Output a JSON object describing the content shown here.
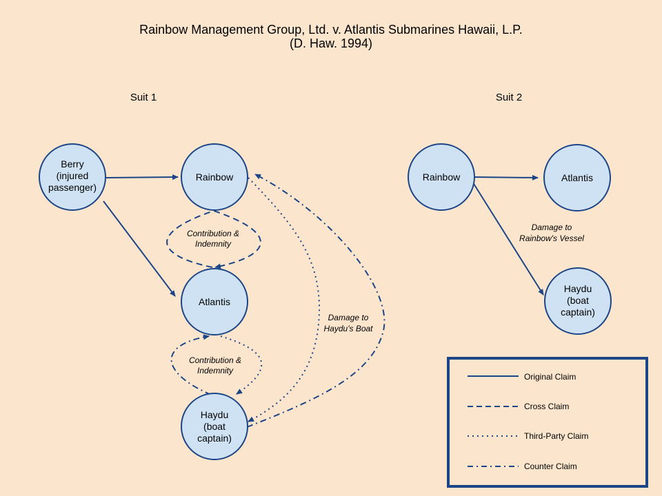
{
  "title_line1": "Rainbow Management Group, Ltd. v. Atlantis Submarines Hawaii, L.P.",
  "title_line2": "(D. Haw. 1994)",
  "suit1": {
    "label": "Suit 1",
    "nodes": {
      "berry": [
        "Berry",
        "(injured",
        "passenger)"
      ],
      "rainbow": [
        "Rainbow"
      ],
      "atlantis": [
        "Atlantis"
      ],
      "haydu": [
        "Haydu",
        "(boat",
        "captain)"
      ]
    },
    "edge_labels": {
      "contribution_upper": [
        "Contribution &",
        "Indemnity"
      ],
      "contribution_lower": [
        "Contribution &",
        "Indemnity"
      ],
      "damage_haydu_boat": [
        "Damage to",
        "Haydu's Boat"
      ]
    }
  },
  "suit2": {
    "label": "Suit 2",
    "nodes": {
      "rainbow": [
        "Rainbow"
      ],
      "atlantis": [
        "Atlantis"
      ],
      "haydu": [
        "Haydu",
        "(boat",
        "captain)"
      ]
    },
    "edge_labels": {
      "damage_rainbow_vessel": [
        "Damage to",
        "Rainbow's Vessel"
      ]
    }
  },
  "legend": {
    "items": [
      {
        "style": "solid",
        "label": "Original Claim"
      },
      {
        "style": "dashed",
        "label": "Cross Claim"
      },
      {
        "style": "dotted",
        "label": "Third-Party Claim"
      },
      {
        "style": "dashdot",
        "label": "Counter Claim"
      }
    ]
  },
  "colors": {
    "background": "#fbe5cd",
    "node_fill": "#cfe2f3",
    "line": "#1c4587"
  }
}
